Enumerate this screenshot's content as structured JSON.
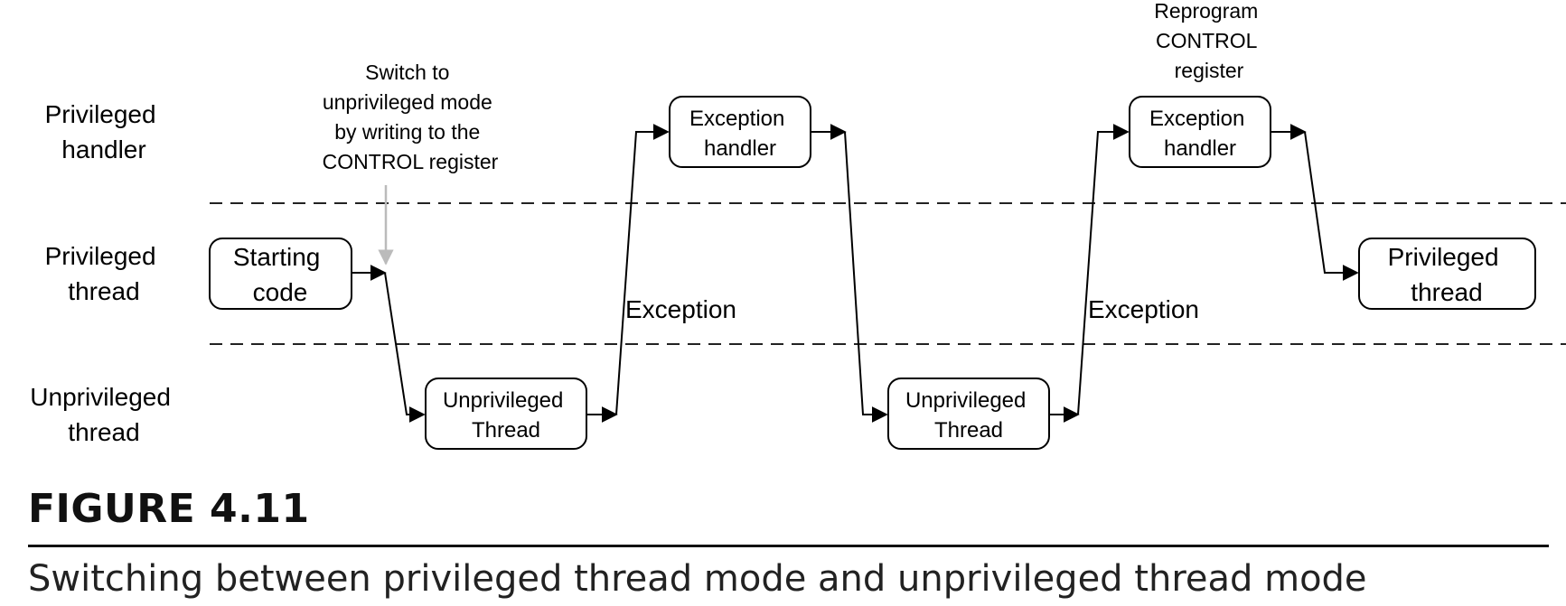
{
  "lanes": {
    "privileged_handler": [
      "Privileged",
      "handler"
    ],
    "privileged_thread": [
      "Privileged",
      "thread"
    ],
    "unprivileged_thread": [
      "Unprivileged",
      "thread"
    ]
  },
  "boxes": {
    "starting_code": [
      "Starting",
      "code"
    ],
    "unpriv_thread_1": [
      "Unprivileged",
      "Thread"
    ],
    "exception_handler_1": [
      "Exception",
      "handler"
    ],
    "unpriv_thread_2": [
      "Unprivileged",
      "Thread"
    ],
    "exception_handler_2": [
      "Exception",
      "handler"
    ],
    "privileged_thread_end": [
      "Privileged",
      "thread"
    ]
  },
  "annotations": {
    "switch_note": [
      "Switch to",
      "unprivileged mode",
      "by writing to the",
      "CONTROL register"
    ],
    "reprogram_note": [
      "Reprogram",
      "CONTROL",
      "register"
    ]
  },
  "transitions": {
    "exception_1": "Exception",
    "exception_2": "Exception"
  },
  "figure": {
    "label": "FIGURE 4.11",
    "caption": "Switching between privileged thread mode and unprivileged thread mode"
  }
}
